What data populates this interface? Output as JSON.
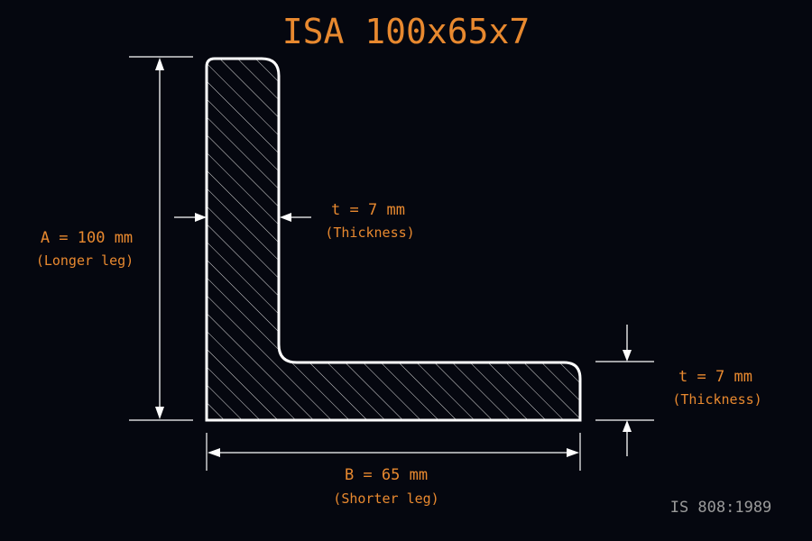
{
  "title": "ISA 100x65x7",
  "dimensions": {
    "A": {
      "label": "A = 100 mm",
      "sublabel": "(Longer leg)",
      "value": 100,
      "unit": "mm"
    },
    "B": {
      "label": "B = 65 mm",
      "sublabel": "(Shorter leg)",
      "value": 65,
      "unit": "mm"
    },
    "t_vertical": {
      "label": "t = 7 mm",
      "sublabel": "(Thickness)",
      "value": 7,
      "unit": "mm"
    },
    "t_horizontal": {
      "label": "t = 7 mm",
      "sublabel": "(Thickness)",
      "value": 7,
      "unit": "mm"
    }
  },
  "standard": "IS 808:1989",
  "colors": {
    "background": "#05070f",
    "accent": "#e8892f",
    "outline": "#ffffff",
    "hatch": "#d9d9d9",
    "footnote": "#9a9a9a"
  }
}
